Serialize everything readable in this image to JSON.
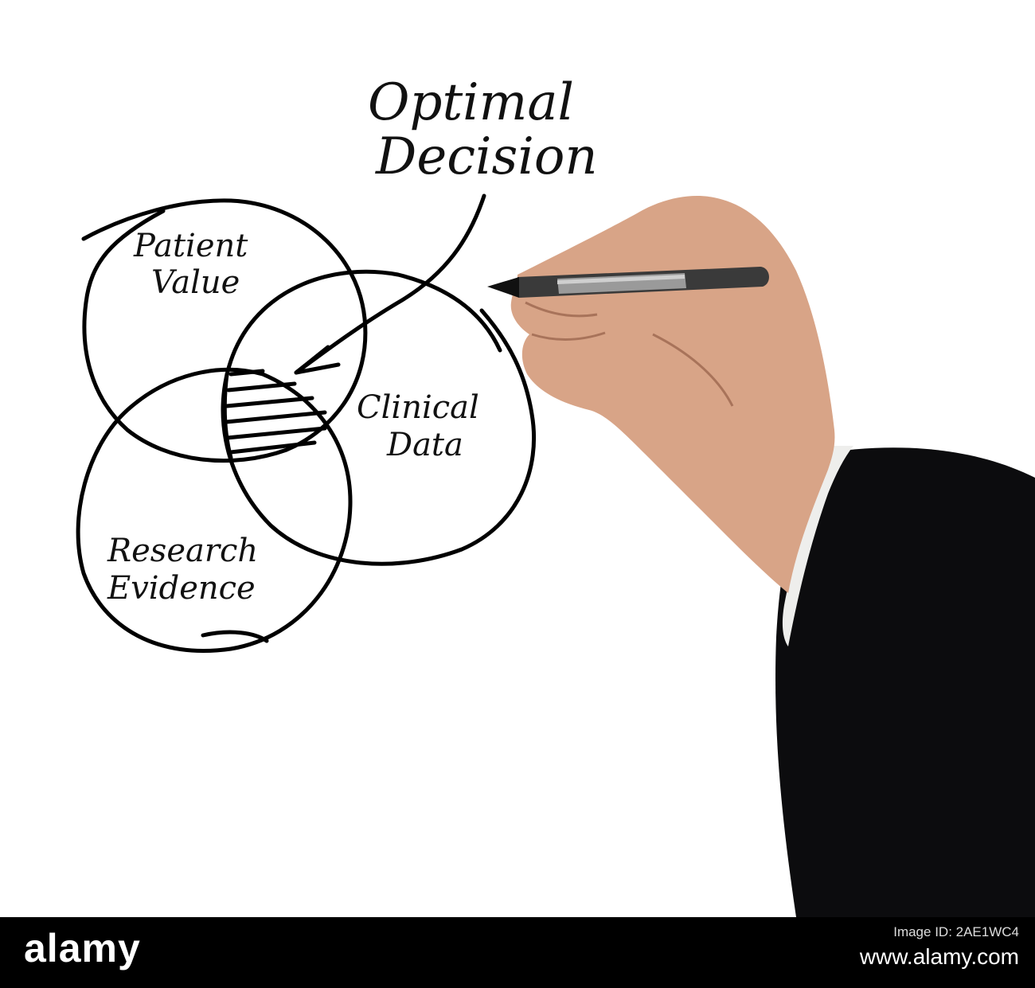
{
  "diagram": {
    "title_line1": "Optimal",
    "title_line2": "Decision",
    "circles": [
      {
        "line1": "Patient",
        "line2": "Value"
      },
      {
        "line1": "Clinical",
        "line2": "Data"
      },
      {
        "line1": "Research",
        "line2": "Evidence"
      }
    ]
  },
  "footer": {
    "logo": "alamy",
    "id_caption": "Image ID: 2AE1WC4",
    "site": "www.alamy.com"
  },
  "colors": {
    "ink": "#000000",
    "suit": "#0c0c0e",
    "skin": "#d8a487",
    "footer_bg": "#000000"
  }
}
